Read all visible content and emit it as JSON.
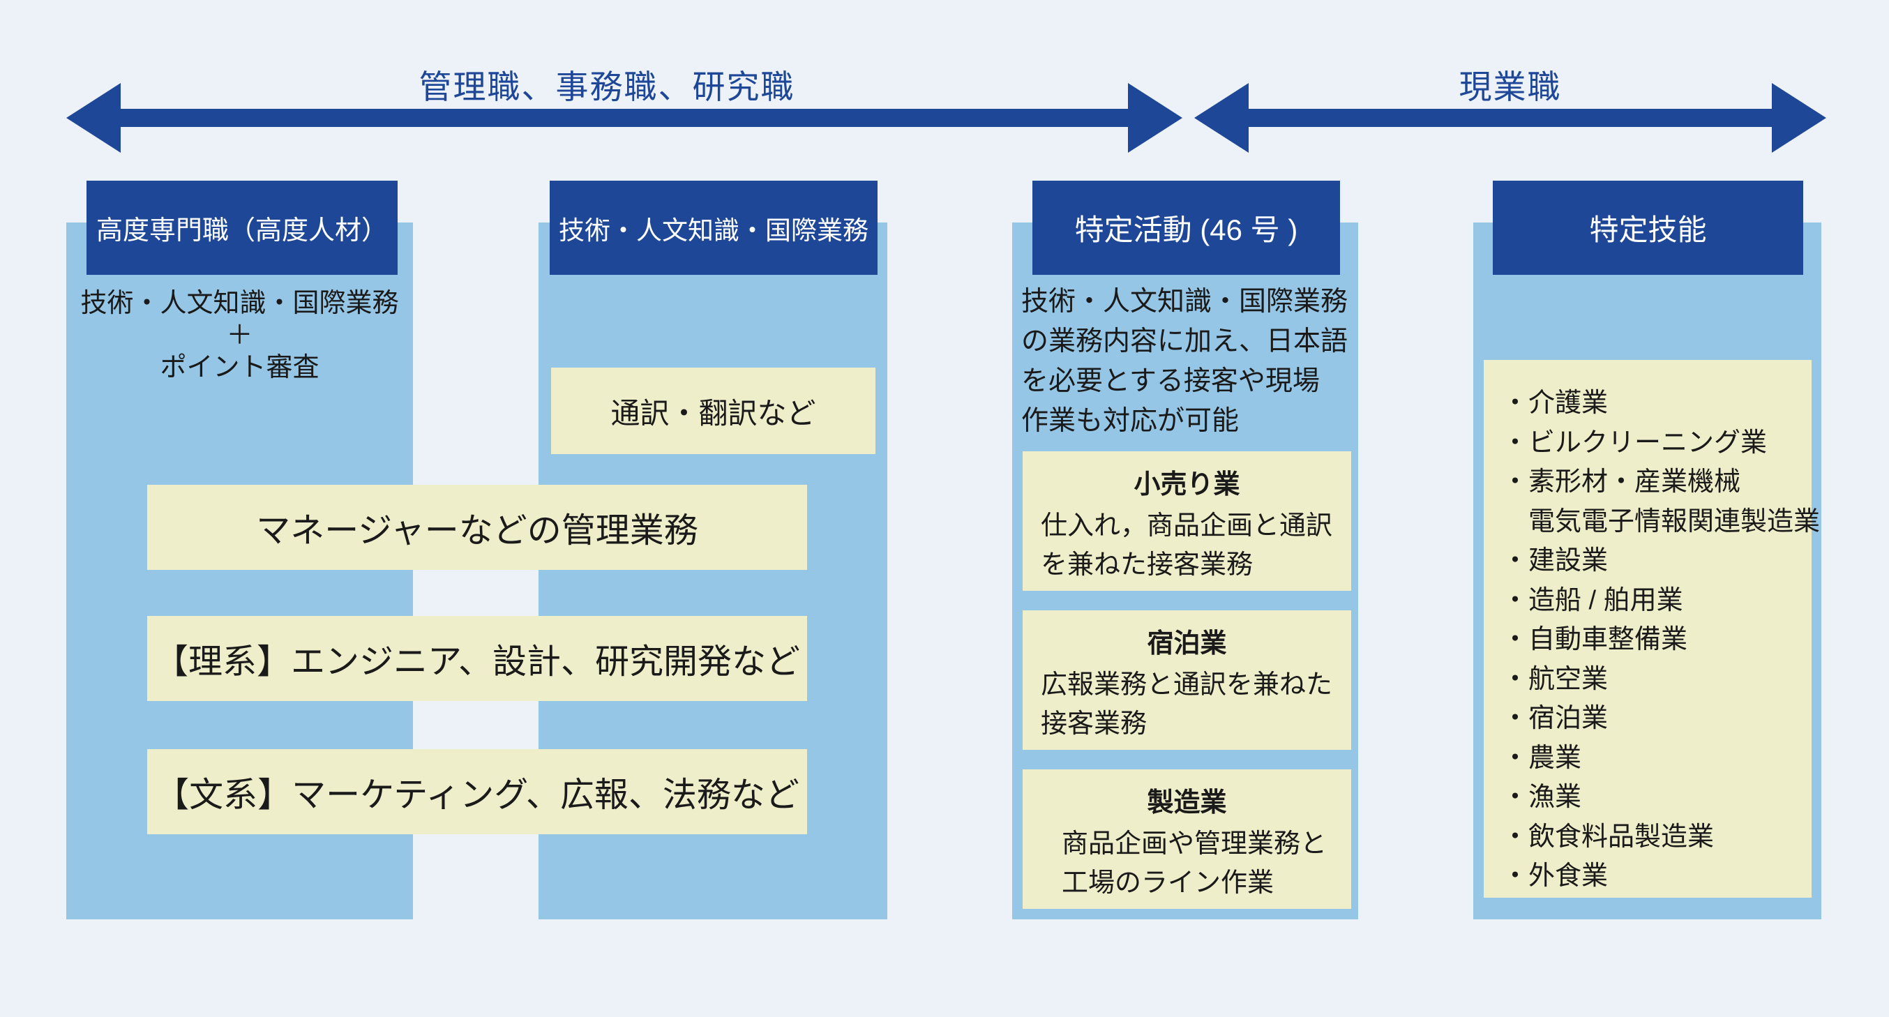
{
  "arrows": {
    "left_label": "管理職、事務職、研究職",
    "right_label": "現業職"
  },
  "columns": [
    {
      "header": "高度専門職（高度人材）",
      "body_lines": [
        "技術・人文知識・国際業務",
        "＋",
        "ポイント審査"
      ]
    },
    {
      "header": "技術・人文知識・国際業務",
      "highlight_box": "通訳・翻訳など"
    },
    {
      "header": "特定活動 (46 号 )",
      "desc_lines": [
        "技術・人文知識・国際業務",
        "の業務内容に加え、日本語",
        "を必要とする接客や現場",
        "作業も対応が可能"
      ],
      "cards": [
        {
          "title": "小売り業",
          "lines": [
            "仕入れ，商品企画と通訳",
            "を兼ねた接客業務"
          ]
        },
        {
          "title": "宿泊業",
          "lines": [
            "広報業務と通訳を兼ねた",
            "接客業務"
          ]
        },
        {
          "title": "製造業",
          "lines": [
            "商品企画や管理業務と",
            "工場のライン作業"
          ]
        }
      ]
    },
    {
      "header": "特定技能",
      "industries": [
        "・介護業",
        "・ビルクリーニング業",
        "・素形材・産業機械",
        "　電気電子情報関連製造業",
        "・建設業",
        "・造船 / 舶用業",
        "・自動車整備業",
        "・航空業",
        "・宿泊業",
        "・農業",
        "・漁業",
        "・飲食料品製造業",
        "・外食業"
      ]
    }
  ],
  "span_boxes": [
    "マネージャーなどの管理業務",
    "【理系】エンジニア、設計、研究開発など",
    "【文系】マーケティング、広報、法務など"
  ],
  "colors": {
    "navy": "#1E4798",
    "sky": "#96C6E5",
    "cream": "#EFEECA",
    "background": "#EDF2F8",
    "text": "#1A1A1A",
    "header_text": "#FFFFFF"
  }
}
